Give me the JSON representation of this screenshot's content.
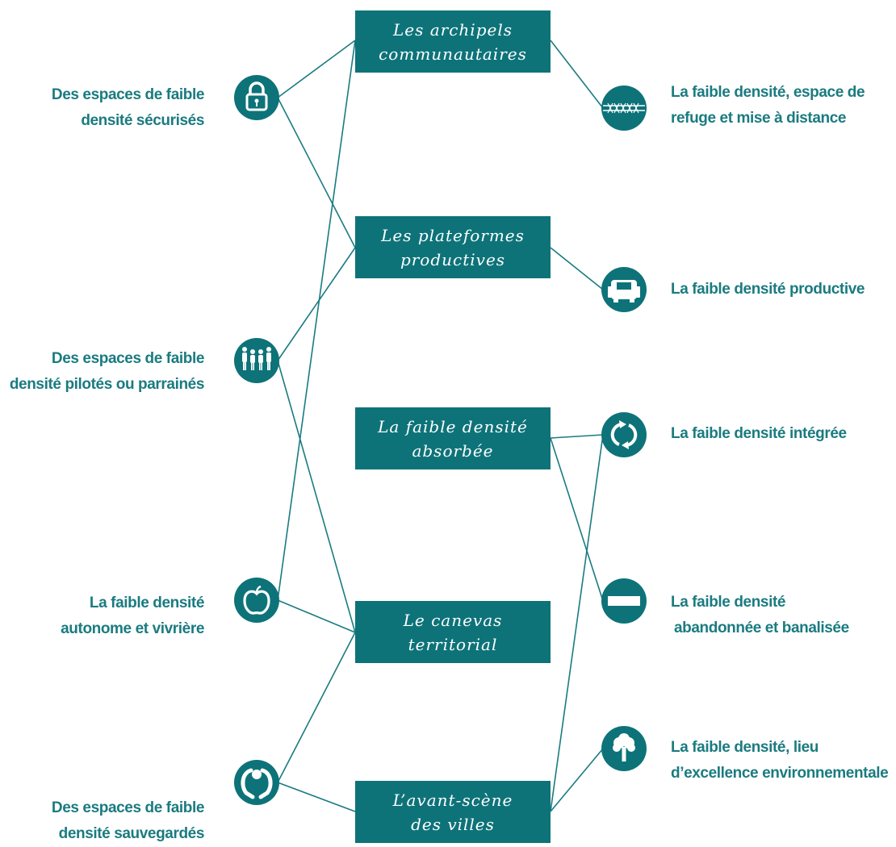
{
  "scenarios": [
    {
      "id": "archipels",
      "lines": [
        "Les archipels",
        "communautaires"
      ]
    },
    {
      "id": "plateformes",
      "lines": [
        "Les plateformes",
        "productives"
      ]
    },
    {
      "id": "absorbee",
      "lines": [
        "La faible densité",
        "absorbée"
      ]
    },
    {
      "id": "canevas",
      "lines": [
        "Le canevas",
        "territorial"
      ]
    },
    {
      "id": "avant-scene",
      "lines": [
        "L’avant-scène",
        "des villes"
      ]
    }
  ],
  "left_items": [
    {
      "id": "securises",
      "icon": "padlock-icon",
      "lines": [
        "Des espaces de faible",
        "densité sécurisés"
      ]
    },
    {
      "id": "pilotes",
      "icon": "people-group-icon",
      "lines": [
        "Des espaces de faible",
        "densité pilotés ou parrainés"
      ]
    },
    {
      "id": "autonome",
      "icon": "apple-icon",
      "lines": [
        "La faible densité",
        "autonome et vivrière"
      ]
    },
    {
      "id": "sauvegardes",
      "icon": "hands-protecting-icon",
      "lines": [
        "Des espaces de faible",
        "densité sauvegardés"
      ]
    }
  ],
  "right_items": [
    {
      "id": "refuge",
      "icon": "barbed-wire-icon",
      "lines": [
        "La faible densité, espace de",
        "refuge et mise à distance"
      ]
    },
    {
      "id": "productive",
      "icon": "tractor-icon",
      "lines": [
        "La faible densité productive"
      ]
    },
    {
      "id": "integree",
      "icon": "recycle-arrows-icon",
      "lines": [
        "La faible densité intégrée"
      ]
    },
    {
      "id": "abandonnee",
      "icon": "no-entry-icon",
      "lines": [
        "La faible densité",
        "abandonnée et banalisée"
      ]
    },
    {
      "id": "excellence",
      "icon": "tree-icon",
      "lines": [
        "La faible densité, lieu",
        "d’excellence environnementale"
      ]
    }
  ],
  "links": [
    [
      "securises",
      "archipels"
    ],
    [
      "securises",
      "plateformes"
    ],
    [
      "pilotes",
      "plateformes"
    ],
    [
      "pilotes",
      "canevas"
    ],
    [
      "autonome",
      "archipels"
    ],
    [
      "autonome",
      "canevas"
    ],
    [
      "sauvegardes",
      "canevas"
    ],
    [
      "sauvegardes",
      "avant-scene"
    ],
    [
      "refuge",
      "archipels"
    ],
    [
      "productive",
      "plateformes"
    ],
    [
      "integree",
      "absorbee"
    ],
    [
      "integree",
      "avant-scene"
    ],
    [
      "abandonnee",
      "absorbee"
    ],
    [
      "excellence",
      "avant-scene"
    ]
  ],
  "colors": {
    "teal": "#0d7379",
    "text": "#1a7b80",
    "line": "#1a7b80",
    "white": "#ffffff"
  }
}
